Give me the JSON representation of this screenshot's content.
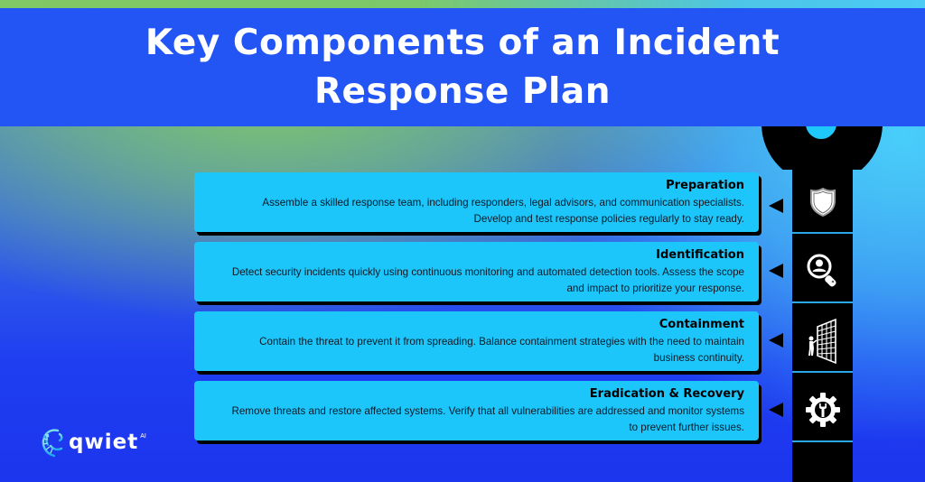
{
  "header": {
    "title_line1": "Key Components of an Incident",
    "title_line2": "Response Plan"
  },
  "components": [
    {
      "title": "Preparation",
      "description": "Assemble a skilled response team, including responders, legal advisors, and communication specialists. Develop and test response policies regularly to stay ready.",
      "icon": "shield-icon"
    },
    {
      "title": "Identification",
      "description": "Detect security incidents quickly using continuous monitoring and automated detection tools. Assess the scope and impact to prioritize your response.",
      "icon": "magnifier-user-icon"
    },
    {
      "title": "Containment",
      "description": "Contain the threat to prevent it from spreading. Balance containment strategies with the need to maintain business continuity.",
      "icon": "firewall-person-icon"
    },
    {
      "title": "Eradication & Recovery",
      "description": "Remove threats and restore affected systems. Verify that all vulnerabilities are addressed and monitor systems to prevent further issues.",
      "icon": "gear-wrench-icon"
    }
  ],
  "brand": {
    "name": "qwiet",
    "suffix": "AI"
  },
  "colors": {
    "banner": "#2355f4",
    "card": "#1cc6fb",
    "pillar": "#000000",
    "accent_green": "#82c864",
    "accent_cyan": "#48cefa"
  }
}
